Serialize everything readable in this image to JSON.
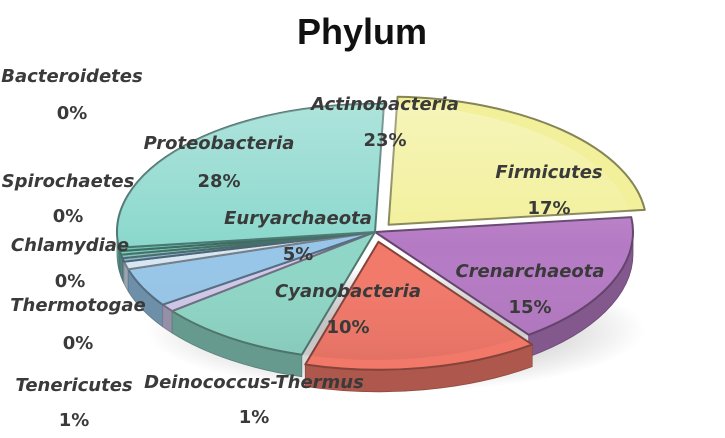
{
  "chart_data": {
    "type": "pie",
    "title": "Phylum",
    "categories": [
      "Actinobacteria",
      "Firmicutes",
      "Crenarchaeota",
      "Cyanobacteria",
      "Deinococcus-Thermus",
      "Euryarchaeota",
      "Tenericutes",
      "Thermotogae",
      "Chlamydiae",
      "Spirochaetes",
      "Bacteroidetes",
      "Proteobacteria"
    ],
    "values": [
      23,
      17,
      15,
      10,
      1,
      5,
      1,
      0,
      0,
      0,
      0,
      28
    ],
    "labels": [
      "23%",
      "17%",
      "15%",
      "10%",
      "1%",
      "5%",
      "1%",
      "0%",
      "0%",
      "0%",
      "0%",
      "28%"
    ],
    "colors": [
      "#f2f09a",
      "#b57ac4",
      "#f2796a",
      "#8fd6c6",
      "#cfc8ea",
      "#98c6e8",
      "#d6e6f2",
      "#8ab8d2",
      "#8ac2c4",
      "#7acdbc",
      "#6fc4b4",
      "#8bd8cd"
    ],
    "explode": [
      true,
      false,
      true,
      false,
      false,
      false,
      false,
      false,
      false,
      false,
      false,
      false
    ],
    "style": "3d-exploded",
    "legend": "none"
  }
}
